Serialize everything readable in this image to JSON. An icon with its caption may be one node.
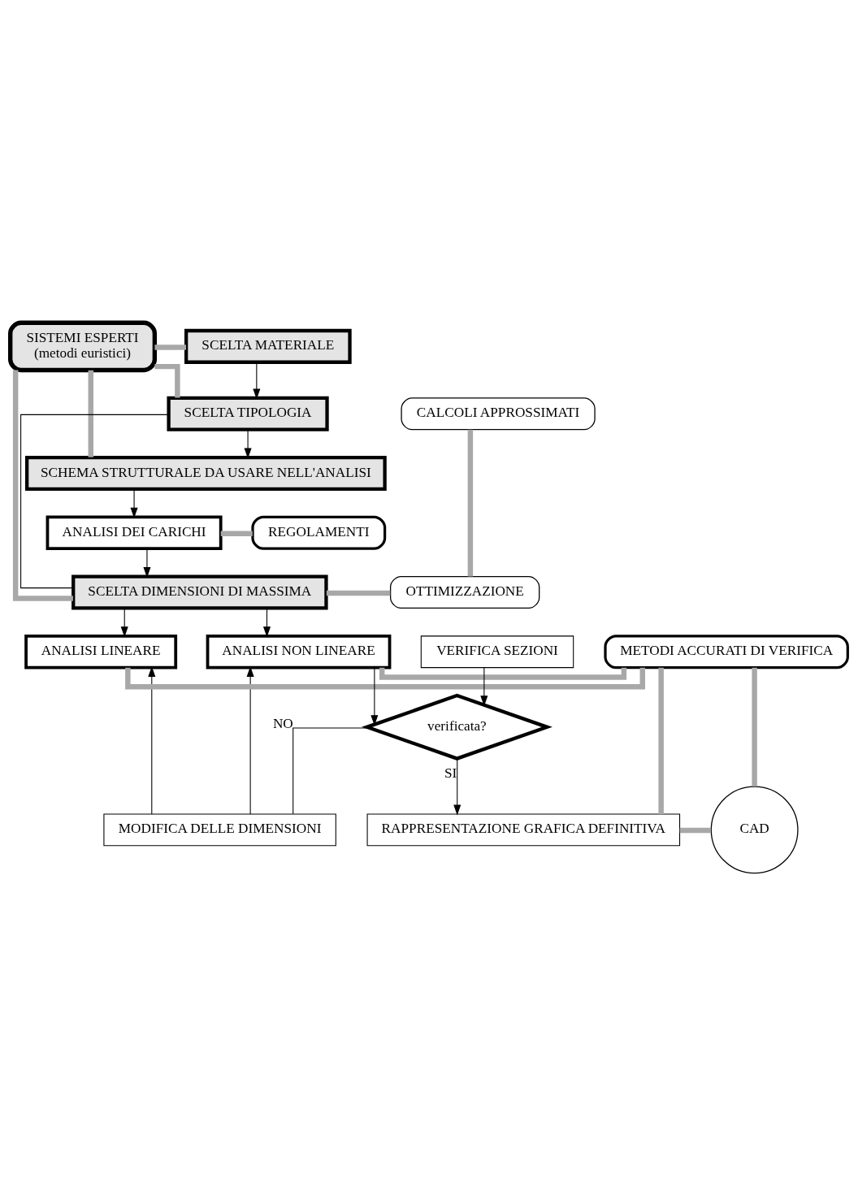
{
  "diagram": {
    "nodes": [
      {
        "text": [
          "SCELTA MATERIALE"
        ]
      },
      {
        "text": [
          "SISTEMI ESPERTI",
          "(metodi euristici)"
        ]
      },
      {
        "text": [
          "SCELTA TIPOLOGIA"
        ]
      },
      {
        "text": [
          "CALCOLI APPROSSIMATI"
        ]
      },
      {
        "text": [
          "SCHEMA STRUTTURALE DA USARE NELL'ANALISI"
        ]
      },
      {
        "text": [
          "ANALISI DEI CARICHI"
        ]
      },
      {
        "text": [
          "REGOLAMENTI"
        ]
      },
      {
        "text": [
          "SCELTA DIMENSIONI DI MASSIMA"
        ]
      },
      {
        "text": [
          "OTTIMIZZAZIONE"
        ]
      },
      {
        "text": [
          "MODIFICA DELLE DIMENSIONI"
        ]
      },
      {
        "text": [
          "ANALISI LINEARE"
        ]
      },
      {
        "text": [
          "ANALISI NON LINEARE"
        ]
      },
      {
        "text": [
          "METODI ACCURATI DI VERIFICA"
        ]
      },
      {
        "text": [
          "VERIFICA SEZIONI"
        ]
      },
      {
        "text": [
          "verificata?"
        ]
      },
      {
        "text": [
          "RAPPRESENTAZIONE GRAFICA DEFINITIVA"
        ]
      },
      {
        "text": [
          "CAD"
        ]
      }
    ],
    "edges": [
      {
        "from": 0,
        "to": 2,
        "arrow": "to"
      },
      {
        "from": 2,
        "to": 4,
        "arrow": "to"
      },
      {
        "from": 4,
        "to": 5,
        "arrow": "to"
      },
      {
        "from": 5,
        "to": 7,
        "arrow": "to"
      },
      {
        "from": 7,
        "to": 2,
        "arrow": "none"
      },
      {
        "from": 7,
        "to": 10,
        "arrow": "to"
      },
      {
        "from": 7,
        "to": 11,
        "arrow": "to"
      },
      {
        "from": 9,
        "to": 10,
        "arrow": "to"
      },
      {
        "from": 9,
        "to": 11,
        "arrow": "to"
      },
      {
        "from": 13,
        "to": 14,
        "arrow": "to"
      },
      {
        "from": 11,
        "to": 14,
        "arrow": "to"
      },
      {
        "from": 14,
        "to": 9,
        "arrow": "none",
        "label": "NO"
      },
      {
        "from": 14,
        "to": 15,
        "arrow": "to",
        "label": "SI"
      },
      {
        "from": 1,
        "to": 0,
        "arrow": "none",
        "style": "thick",
        "color": "#a8a8a8"
      },
      {
        "from": 1,
        "to": 2,
        "arrow": "none",
        "style": "thick",
        "color": "#a8a8a8"
      },
      {
        "from": 1,
        "to": 4,
        "arrow": "none",
        "style": "thick",
        "color": "#a8a8a8"
      },
      {
        "from": 1,
        "to": 7,
        "arrow": "none",
        "style": "thick",
        "color": "#a8a8a8"
      },
      {
        "from": 5,
        "to": 6,
        "arrow": "none",
        "style": "thick",
        "color": "#a8a8a8"
      },
      {
        "from": 3,
        "to": 8,
        "arrow": "none",
        "style": "thick",
        "color": "#a8a8a8"
      },
      {
        "from": 7,
        "to": 8,
        "arrow": "none",
        "style": "thick",
        "color": "#a8a8a8"
      },
      {
        "from": 10,
        "to": 12,
        "arrow": "none",
        "style": "thick",
        "color": "#a8a8a8"
      },
      {
        "from": 11,
        "to": 12,
        "arrow": "none",
        "style": "thick",
        "color": "#a8a8a8"
      },
      {
        "from": 12,
        "to": 15,
        "arrow": "none",
        "style": "thick",
        "color": "#a8a8a8"
      },
      {
        "from": 12,
        "to": 16,
        "arrow": "none",
        "style": "thick",
        "color": "#a8a8a8"
      },
      {
        "from": 15,
        "to": 16,
        "arrow": "none",
        "style": "thick",
        "color": "#a8a8a8"
      }
    ]
  }
}
